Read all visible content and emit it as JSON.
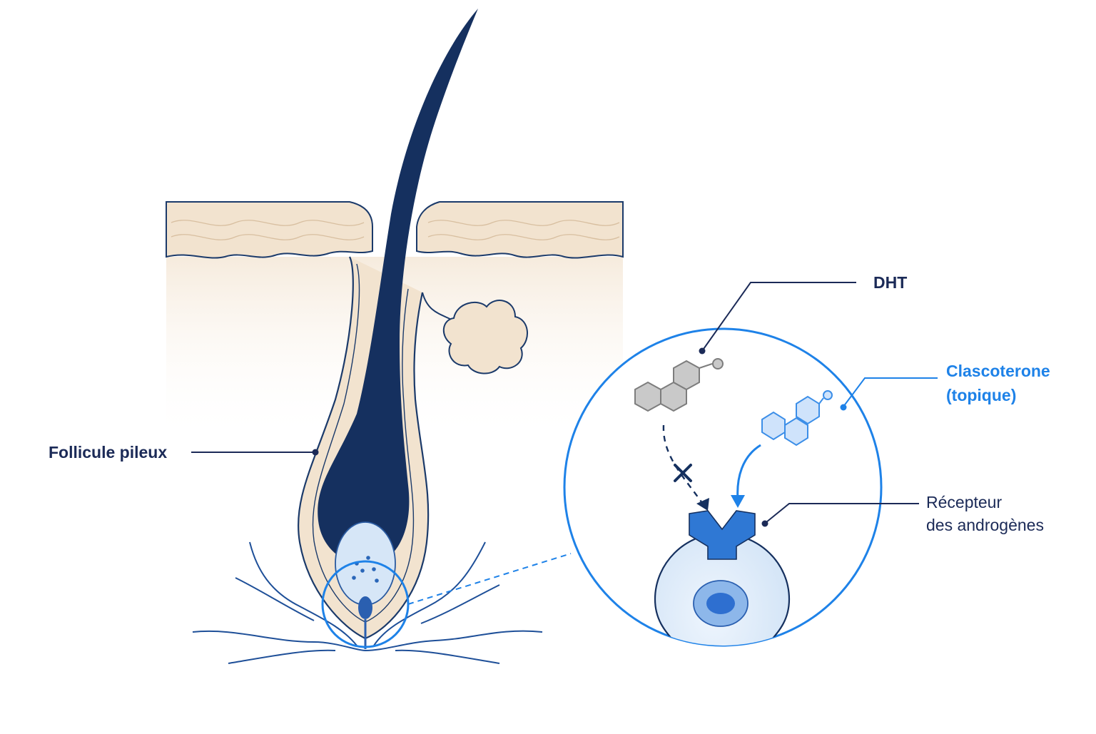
{
  "labels": {
    "follicle": "Follicule pileux",
    "dht": "DHT",
    "clascoterone_line1": "Clascoterone",
    "clascoterone_line2": "(topique)",
    "receptor_line1": "Récepteur",
    "receptor_line2": "des androgènes"
  },
  "colors": {
    "navy": "#12305f",
    "label_navy": "#1b2a57",
    "accent_blue": "#1e82e8",
    "skin_epidermis": "#f2e3cf",
    "skin_dermis": "#faf3ea",
    "cell_fill": "#dceaf8",
    "receptor_blue": "#2f78d4",
    "dht_gray": "#9a9a9a"
  },
  "icons": {
    "block": "x-mark-icon"
  }
}
